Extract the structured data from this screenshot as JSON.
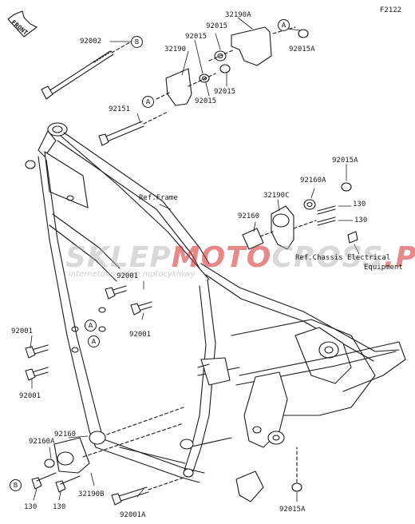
{
  "diagram_code": "F2122",
  "front_label": "FRONT",
  "ref_labels": {
    "frame": "Ref.Frame",
    "chassis_line1": "Ref.Chassis Electrical",
    "chassis_line2": "Equipment"
  },
  "callouts": {
    "a": "A",
    "b": "B"
  },
  "parts": {
    "p92002": "92002",
    "p32190A": "32190A",
    "p92015_1": "92015",
    "p92015_2": "92015",
    "p92015A_top": "92015A",
    "p32190": "32190",
    "p92015_3": "92015",
    "p92015_4": "92015",
    "p92151": "92151",
    "p92015A_mid": "92015A",
    "p92160A_mid": "92160A",
    "p32190C": "32190C",
    "p130_1": "130",
    "p92160_mid": "92160",
    "p130_2": "130",
    "p92001_1": "92001",
    "p92001_2": "92001",
    "p92001_3": "92001",
    "p92001_4": "92001",
    "p92160_low": "92160",
    "p92160A_low": "92160A",
    "p32190B": "32190B",
    "p130_3": "130",
    "p130_4": "130",
    "p92001A": "92001A",
    "p92015A_low": "92015A"
  },
  "watermark": {
    "part1": "SKLEP",
    "part2": "MOTO",
    "part3": "CROSS",
    "suffix": ".PL",
    "subtitle": "internetowy sklep motocyklowy"
  }
}
